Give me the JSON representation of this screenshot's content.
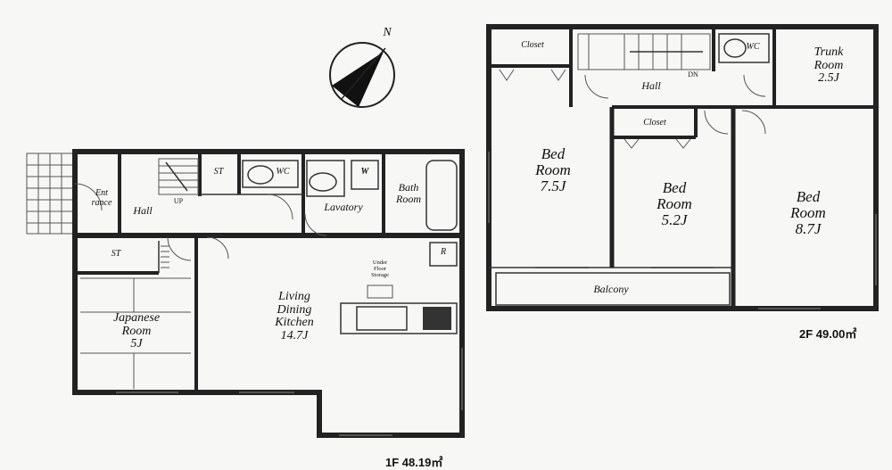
{
  "compass": {
    "north": "N"
  },
  "floor1": {
    "area_label": "1F 48.19㎡",
    "rooms": {
      "entrance": [
        "Ent",
        "rance"
      ],
      "hall": "Hall",
      "up": "UP",
      "st_top": "ST",
      "wc": "WC",
      "w": "W",
      "lavatory": "Lavatory",
      "bath": [
        "Bath",
        "Room"
      ],
      "st_left": "ST",
      "refrigerator": "R",
      "under_floor": [
        "Under",
        "Floor",
        "Storage"
      ],
      "japanese": [
        "Japanese",
        "Room",
        "5J"
      ],
      "ldk": [
        "Living",
        "Dining",
        "Kitchen",
        "14.7J"
      ]
    }
  },
  "floor2": {
    "area_label": "2F 49.00㎡",
    "rooms": {
      "closet_left": "Closet",
      "wc": "WC",
      "trunk": [
        "Trunk",
        "Room",
        "2.5J"
      ],
      "hall": "Hall",
      "dn": "DN",
      "closet_mid": "Closet",
      "bed1": [
        "Bed",
        "Room",
        "7.5J"
      ],
      "bed2": [
        "Bed",
        "Room",
        "5.2J"
      ],
      "bed3": [
        "Bed",
        "Room",
        "8.7J"
      ],
      "balcony": "Balcony"
    }
  }
}
